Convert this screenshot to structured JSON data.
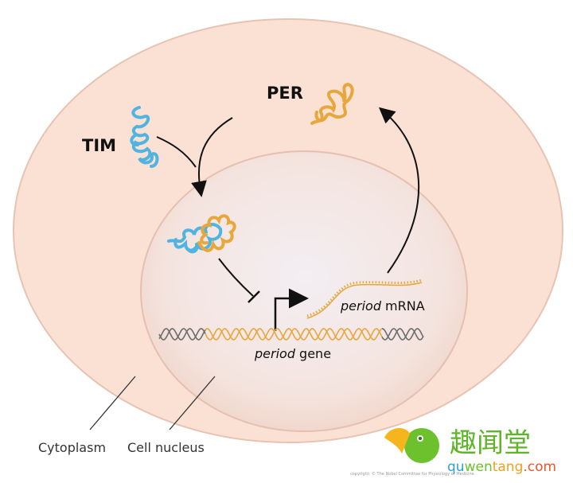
{
  "labels": {
    "tim": "TIM",
    "per": "PER",
    "mrna_italic": "period",
    "mrna_rest": " mRNA",
    "gene_italic": "period",
    "gene_rest": " gene",
    "cytoplasm": "Cytoplasm",
    "nucleus": "Cell nucleus"
  },
  "copyright": "copyright: © The Nobel Committee for Physiology or Medicine",
  "watermark": {
    "chinese": "趣闻堂",
    "domain_a": "qu",
    "domain_b": "wen",
    "domain_c": "tang",
    "domain_d": ".com"
  },
  "colors": {
    "cytoplasm": "#f9dfd2",
    "nucleus": "#f1d6cb",
    "tim": "#4fb4e0",
    "per": "#e8a73c",
    "dna_gray": "#6d6d6d"
  }
}
